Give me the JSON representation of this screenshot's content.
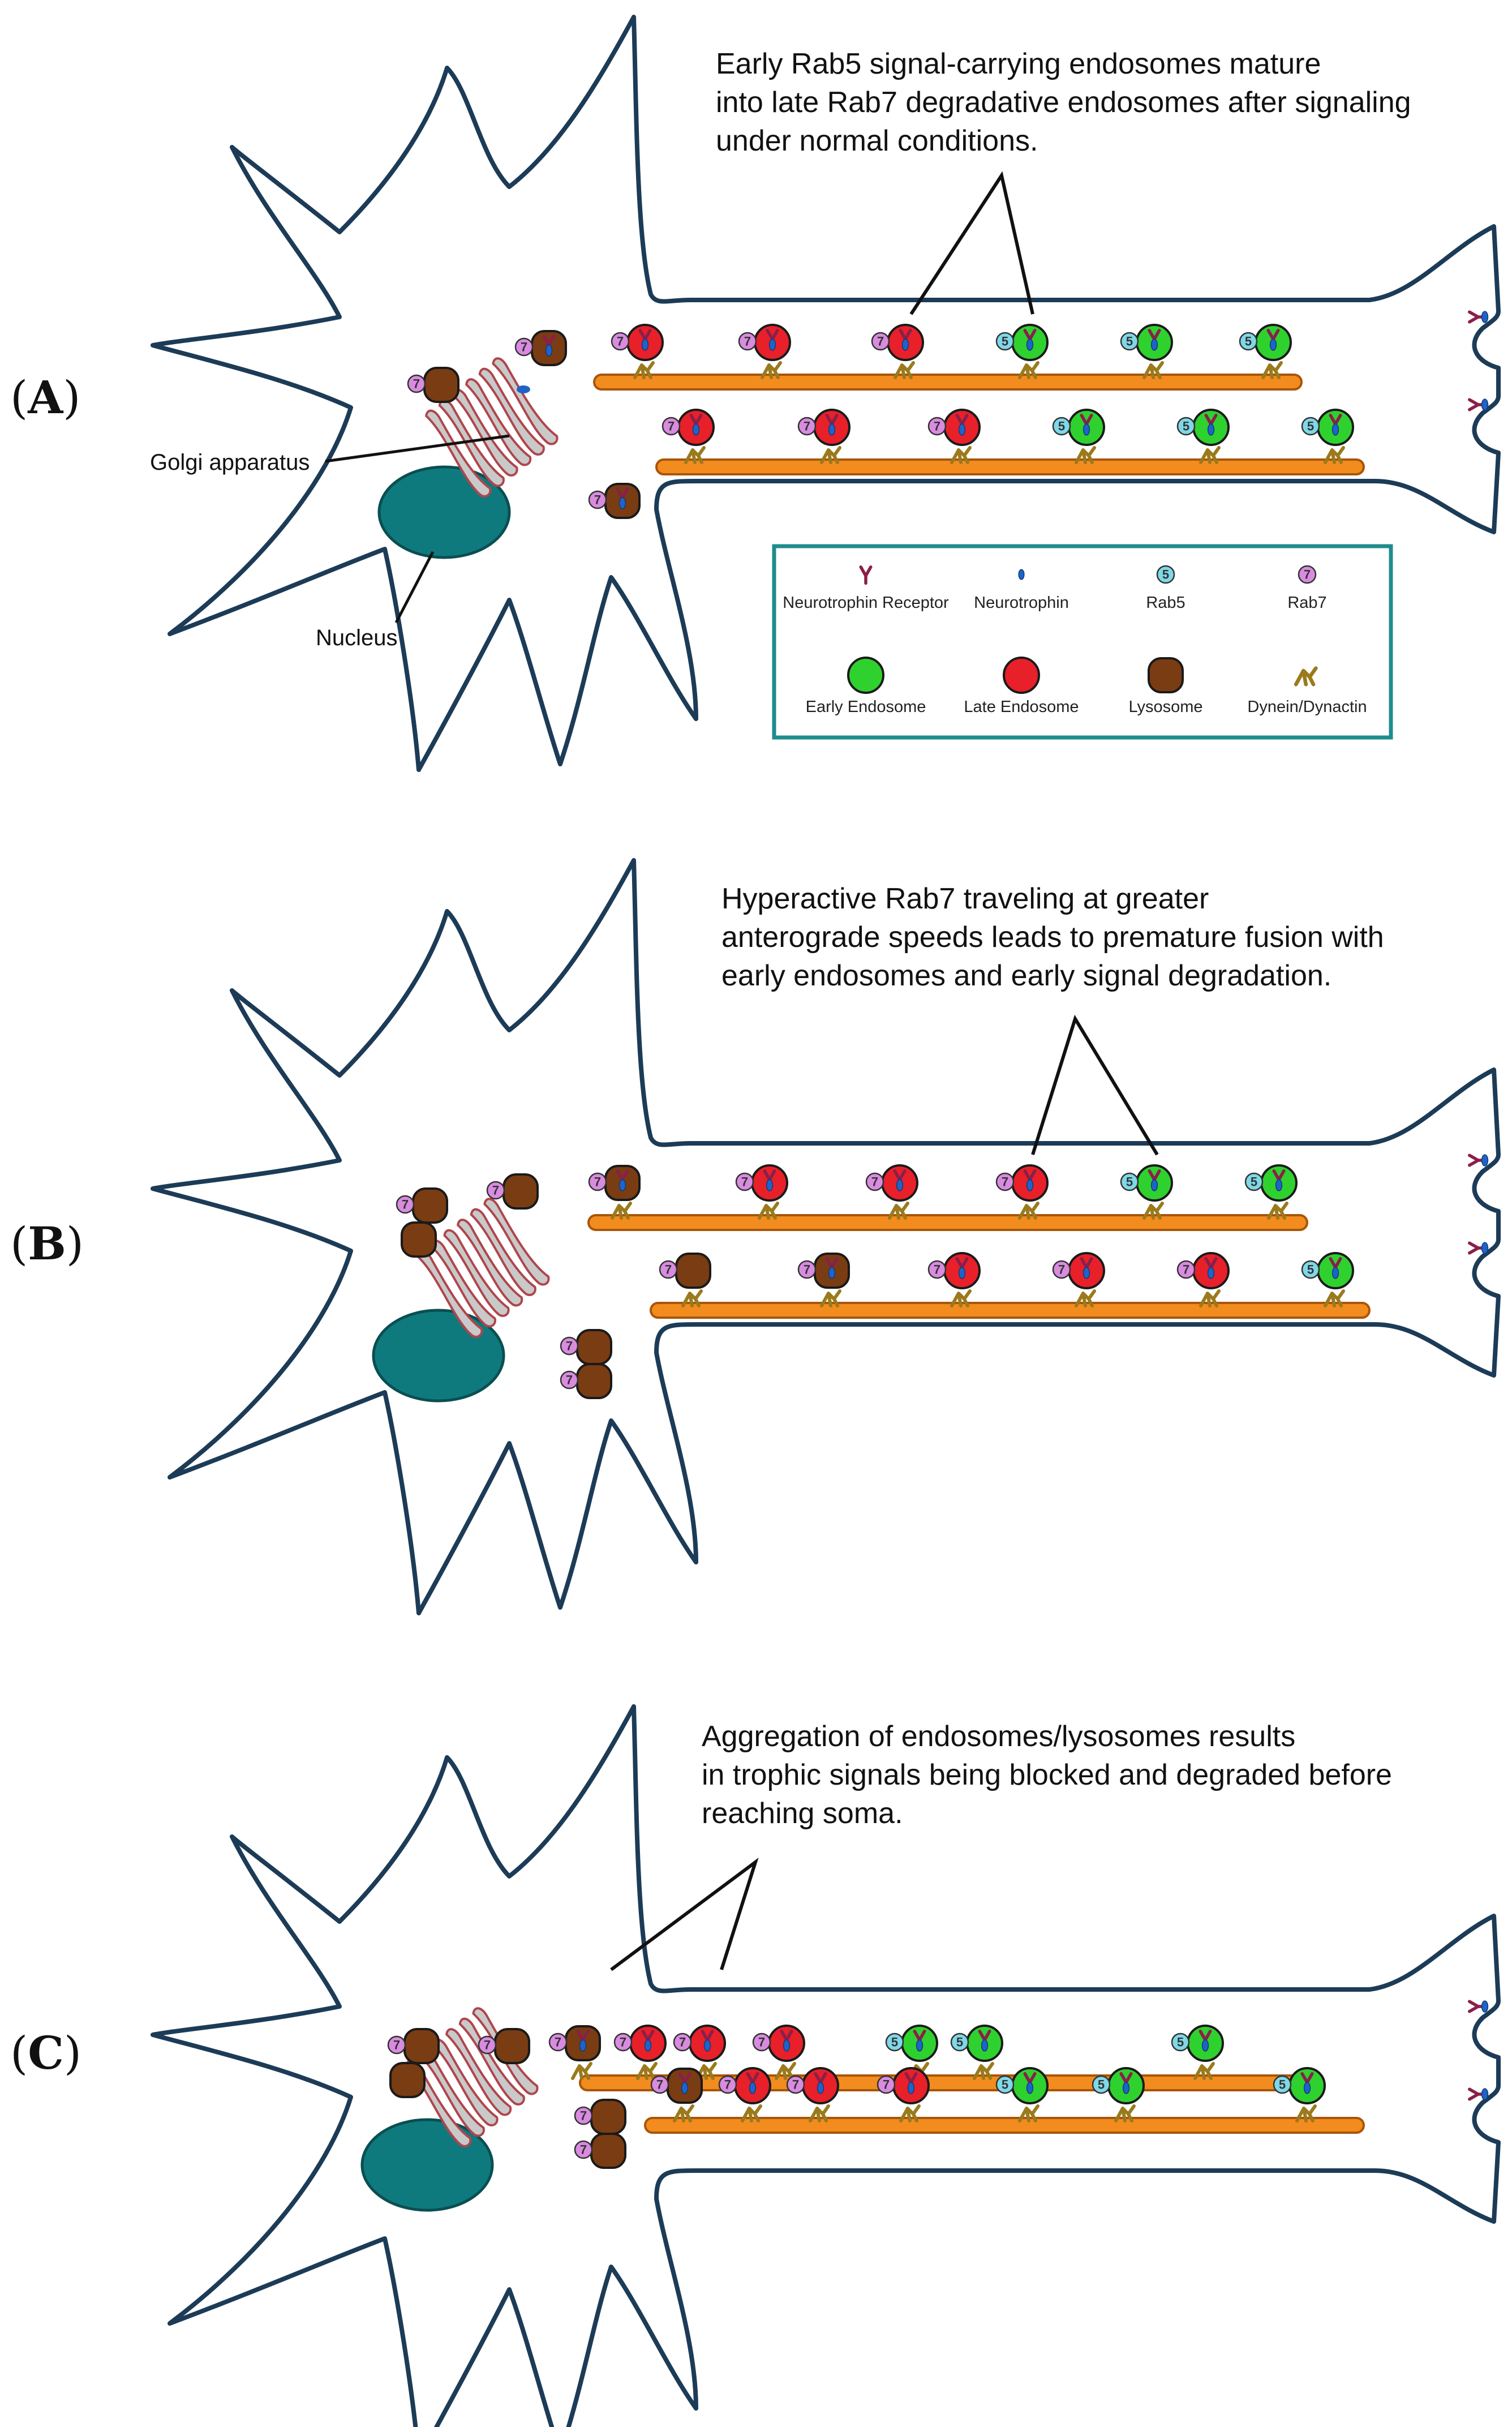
{
  "panels": [
    {
      "letter": "A",
      "caption_lines": [
        "Early Rab5 signal-carrying endosomes mature",
        "into late Rab7 degradative endosomes after signaling",
        "under normal conditions."
      ],
      "golgi_label": "Golgi apparatus",
      "nucleus_label": "Nucleus"
    },
    {
      "letter": "B",
      "caption_lines": [
        "Hyperactive Rab7 traveling at greater",
        "anterograde speeds leads to premature fusion with",
        "early endosomes and early signal degradation."
      ]
    },
    {
      "letter": "C",
      "caption_lines": [
        "Aggregation of endosomes/lysosomes results",
        "in trophic signals being blocked and degraded before",
        "reaching soma."
      ]
    }
  ],
  "legend": {
    "items": [
      {
        "key": "receptor",
        "label": "Neurotrophin Receptor"
      },
      {
        "key": "neurotrophin",
        "label": "Neurotrophin"
      },
      {
        "key": "rab5",
        "label": "Rab5",
        "glyph": "5"
      },
      {
        "key": "rab7",
        "label": "Rab7",
        "glyph": "7"
      },
      {
        "key": "early",
        "label": "Early Endosome"
      },
      {
        "key": "late",
        "label": "Late Endosome"
      },
      {
        "key": "lysosome",
        "label": "Lysosome"
      },
      {
        "key": "dynein",
        "label": "Dynein/Dynactin"
      }
    ]
  },
  "colors": {
    "cell_outline": "#1c3b57",
    "nucleus": "#0f7a7e",
    "early_endosome": "#2fd12f",
    "late_endosome": "#e8202a",
    "lysosome": "#7a3c12",
    "rab5": "#7fd8e8",
    "rab7": "#d98be0",
    "microtubule": "#f28c1e",
    "dynein": "#9a7a1c",
    "legend_border": "#1f8c8c"
  },
  "icons": {
    "receptor": "y-shaped-receptor-icon",
    "neurotrophin": "ellipse-ligand-icon",
    "dynein": "dynein-motor-icon"
  }
}
